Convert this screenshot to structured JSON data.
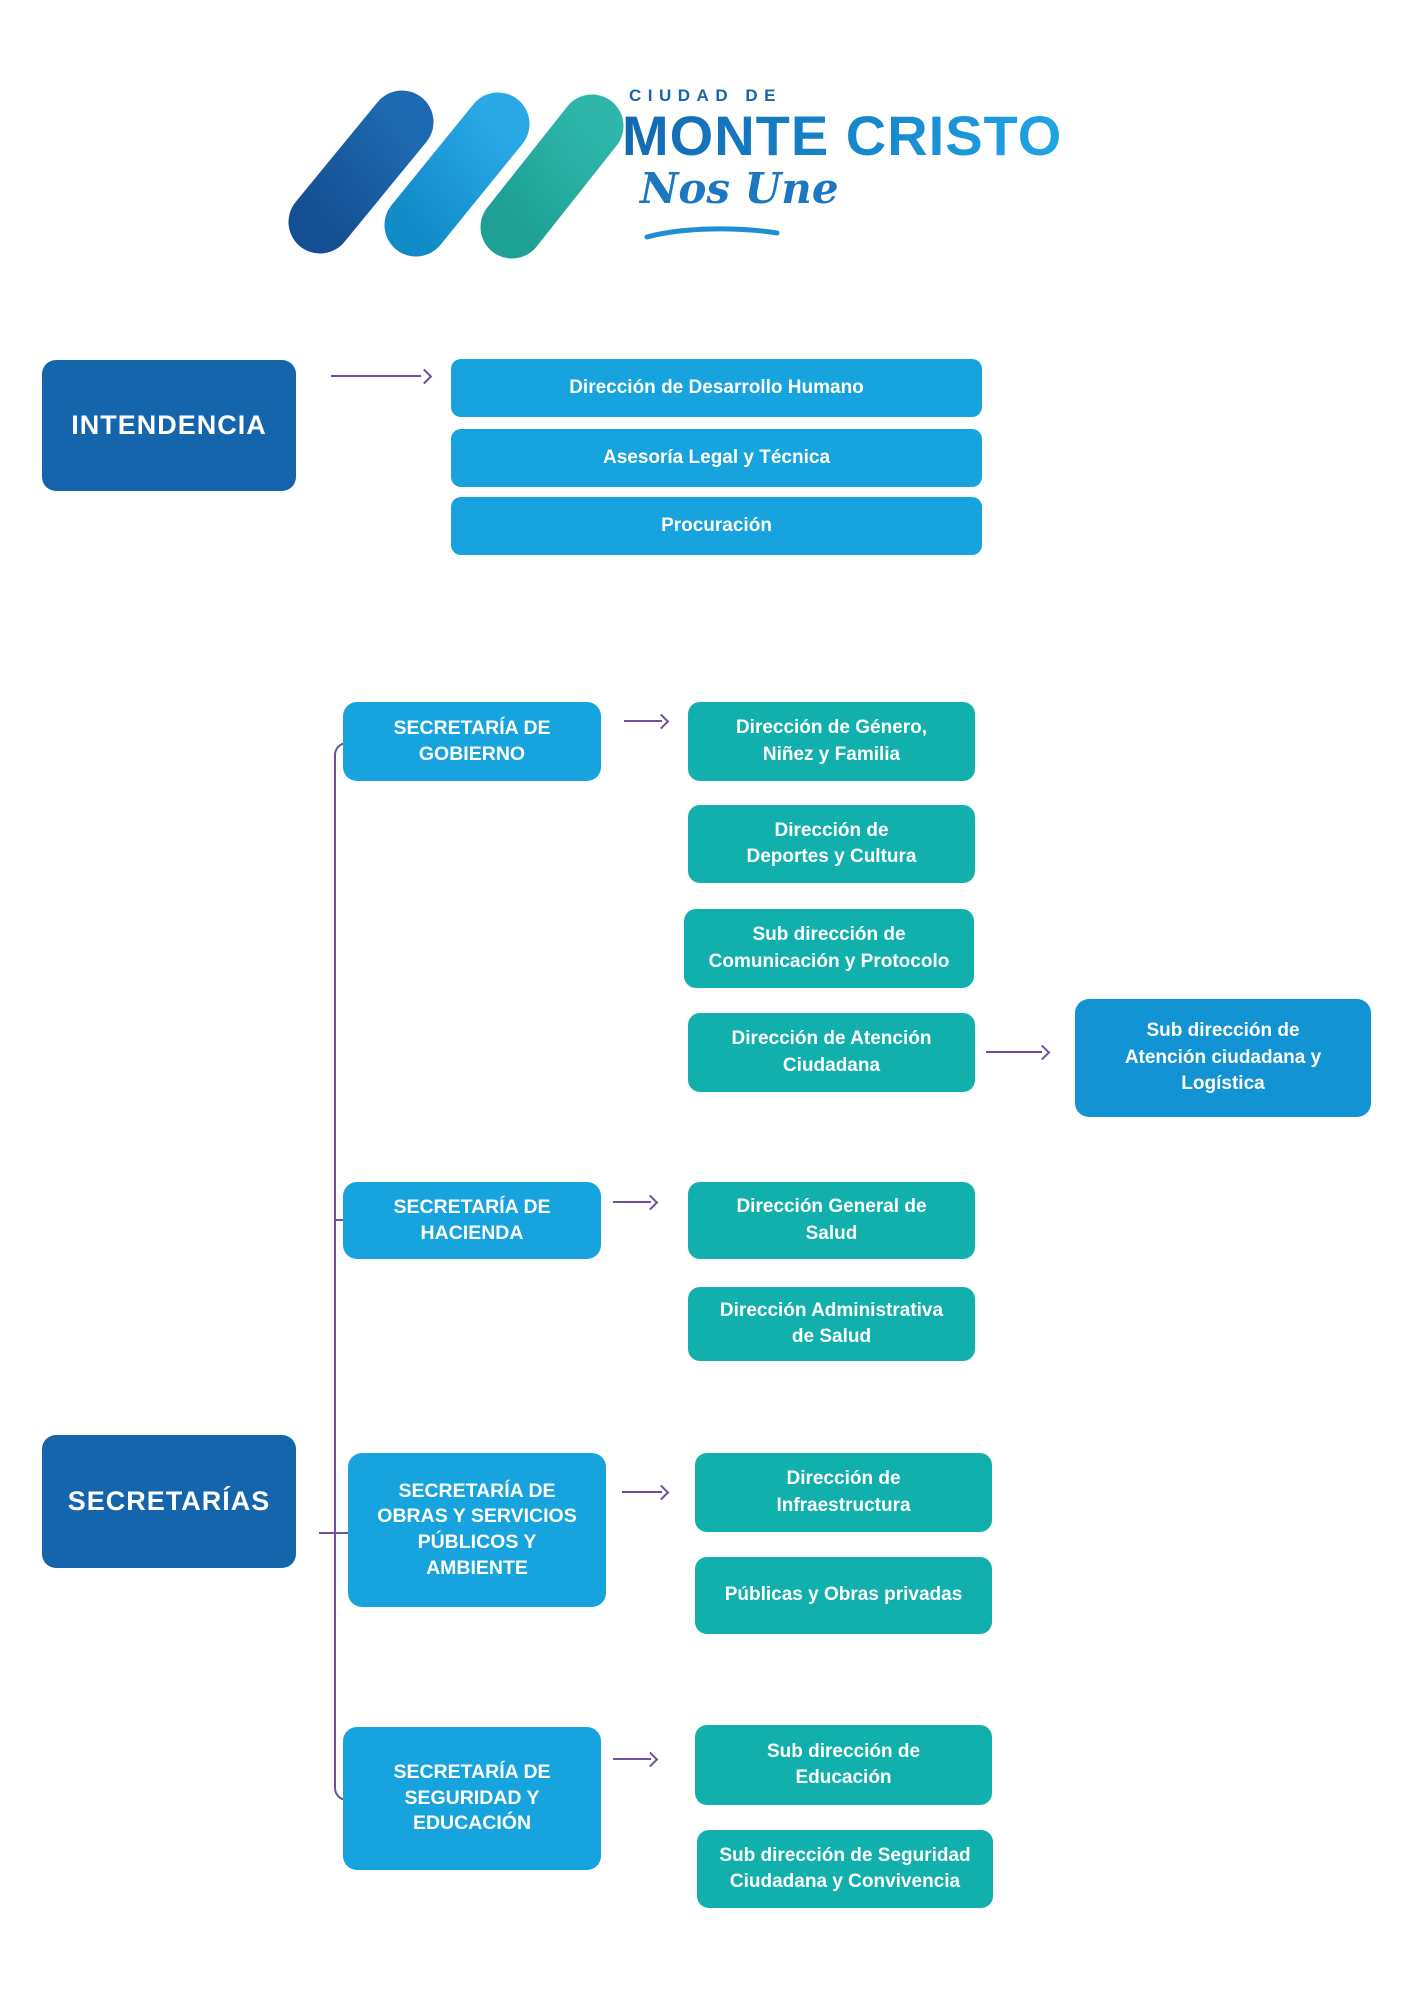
{
  "logo": {
    "city_prefix": "CIUDAD DE",
    "city_name": "MONTE CRISTO",
    "tagline": "Nos Une"
  },
  "colors": {
    "dark_blue": "#1565ad",
    "light_blue": "#16a3de",
    "medium_blue": "#1193d4",
    "teal": "#12b0ad",
    "connector_purple": "#6e4f9e"
  },
  "intendencia": {
    "label": "INTENDENCIA",
    "children": {
      "desarrollo_humano": "Dirección de Desarrollo Humano",
      "asesoria_legal": "Asesoría Legal y Técnica",
      "procuracion": "Procuración"
    }
  },
  "secretarias": {
    "label": "SECRETARÍAS",
    "gobierno": {
      "label": "SECRETARÍA DE\nGOBIERNO",
      "children": {
        "genero": "Dirección de Género,\nNiñez y Familia",
        "deportes": "Dirección de\nDeportes y Cultura",
        "comunicacion": "Sub dirección de\nComunicación y Protocolo",
        "atencion": "Dirección de Atención\nCiudadana",
        "atencion_sub": "Sub dirección de\nAtención ciudadana y\nLogística"
      }
    },
    "hacienda": {
      "label": "SECRETARÍA DE\nHACIENDA",
      "children": {
        "salud_general": "Dirección General de\nSalud",
        "salud_administrativa": "Dirección Administrativa\nde Salud"
      }
    },
    "obras": {
      "label": "SECRETARÍA DE\nOBRAS Y SERVICIOS\nPÚBLICOS Y\nAMBIENTE",
      "children": {
        "infraestructura": "Dirección de\nInfraestructura",
        "publicas_privadas": "Públicas y Obras privadas"
      }
    },
    "seguridad": {
      "label": "SECRETARÍA DE\nSEGURIDAD Y\nEDUCACIÓN",
      "children": {
        "educacion": "Sub dirección de\nEducación",
        "seguridad_ciudadana": "Sub dirección de Seguridad\nCiudadana y Convivencia"
      }
    }
  }
}
